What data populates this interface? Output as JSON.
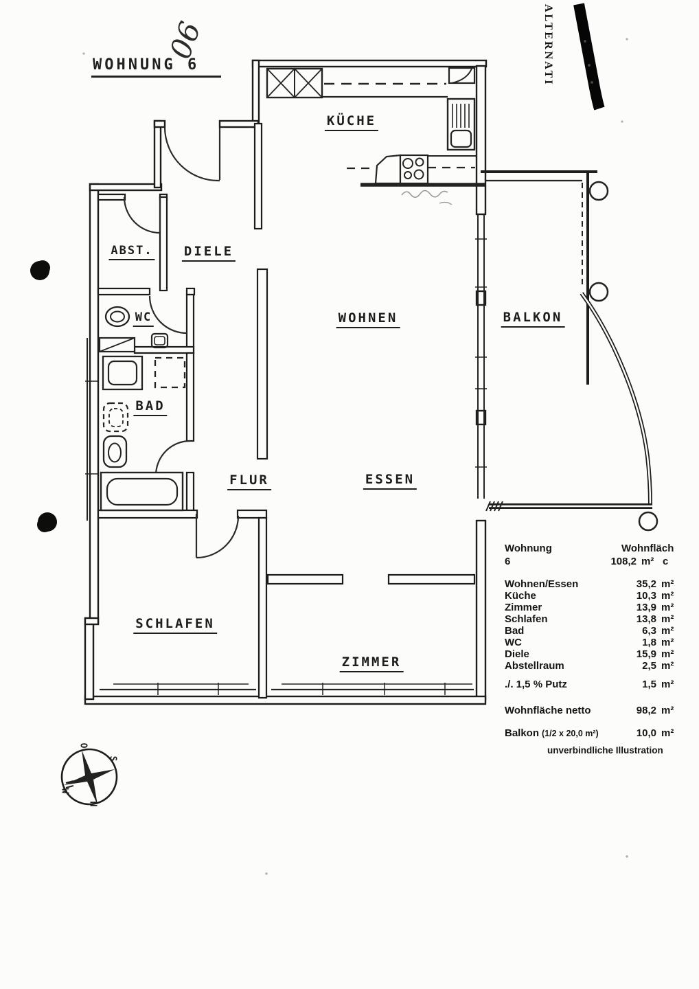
{
  "page": {
    "title": "WOHNUNG 6",
    "handwritten_mark": "06",
    "corner_label": "ALTERNATI",
    "footnote": "unverbindliche Illustration"
  },
  "colors": {
    "ink": "#22221f",
    "paper": "#fcfcfa",
    "marker": "#060606"
  },
  "rooms": {
    "kueche": "KÜCHE",
    "abst": "ABST.",
    "diele": "DIELE",
    "wc": "WC",
    "bad": "BAD",
    "wohnen": "WOHNEN",
    "balkon": "BALKON",
    "flur": "FLUR",
    "essen": "ESSEN",
    "schlafen": "SCHLAFEN",
    "zimmer": "ZIMMER"
  },
  "compass": {
    "top": "O",
    "right": "S",
    "bottom": "N",
    "left": "W"
  },
  "area_table": {
    "col_label_header": "Wohnung",
    "col_label_value": "6",
    "col_area_header": "Wohnfläch",
    "col_area_value": "108,2",
    "col_area_unit": "m²",
    "col_area_suffix": "c",
    "unit": "m²",
    "rows": [
      {
        "label": "Wohnen/Essen",
        "value": "35,2"
      },
      {
        "label": "Küche",
        "value": "10,3"
      },
      {
        "label": "Zimmer",
        "value": "13,9"
      },
      {
        "label": "Schlafen",
        "value": "13,8"
      },
      {
        "label": "Bad",
        "value": "6,3"
      },
      {
        "label": "WC",
        "value": "1,8"
      },
      {
        "label": "Diele",
        "value": "15,9"
      },
      {
        "label": "Abstellraum",
        "value": "2,5"
      }
    ],
    "putz": {
      "label": "./. 1,5 % Putz",
      "value": "1,5"
    },
    "netto": {
      "label": "Wohnfläche netto",
      "value": "98,2"
    },
    "balkon": {
      "label": "Balkon",
      "label_detail": "(1/2 x 20,0 m²)",
      "value": "10,0"
    }
  }
}
